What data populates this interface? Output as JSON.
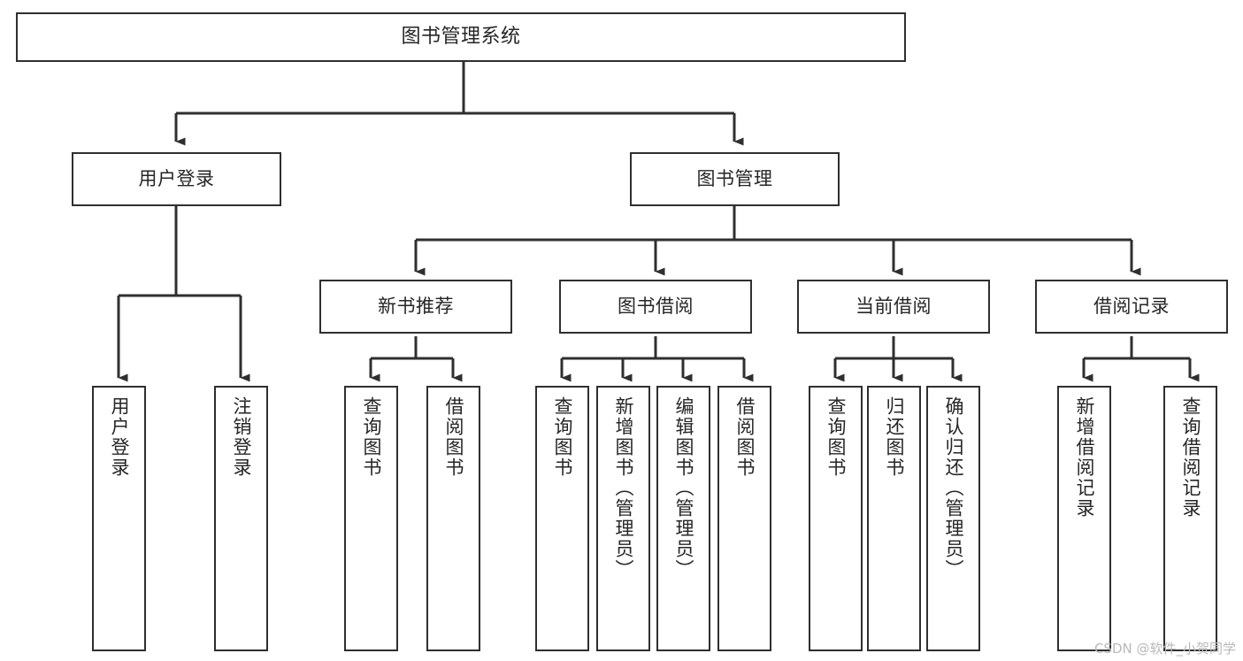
{
  "diagram": {
    "title": "图书管理系统",
    "type": "tree-hierarchy-chart",
    "watermark": "CSDN @软件_小贺同学",
    "colors": {
      "stroke": "#2f2f2f",
      "text": "#262626",
      "background": "#ffffff",
      "watermark": "#b9b9b9"
    },
    "nodes": {
      "root": {
        "label": "图书管理系统"
      },
      "level1": [
        {
          "label": "用户登录"
        },
        {
          "label": "图书管理"
        }
      ],
      "level2": [
        {
          "label": "新书推荐"
        },
        {
          "label": "图书借阅"
        },
        {
          "label": "当前借阅"
        },
        {
          "label": "借阅记录"
        }
      ],
      "leaves": {
        "user_login": [
          {
            "label": "用户登录"
          },
          {
            "label": "注销登录"
          }
        ],
        "new_book_recommend": [
          {
            "label": "查询图书"
          },
          {
            "label": "借阅图书"
          }
        ],
        "book_borrow": [
          {
            "label": "查询图书"
          },
          {
            "label": "新增图书（管理员）"
          },
          {
            "label": "编辑图书（管理员）"
          },
          {
            "label": "借阅图书"
          }
        ],
        "current_borrow": [
          {
            "label": "查询图书"
          },
          {
            "label": "归还图书"
          },
          {
            "label": "确认归还（管理员）"
          }
        ],
        "borrow_record": [
          {
            "label": "新增借阅记录"
          },
          {
            "label": "查询借阅记录"
          }
        ]
      }
    }
  }
}
